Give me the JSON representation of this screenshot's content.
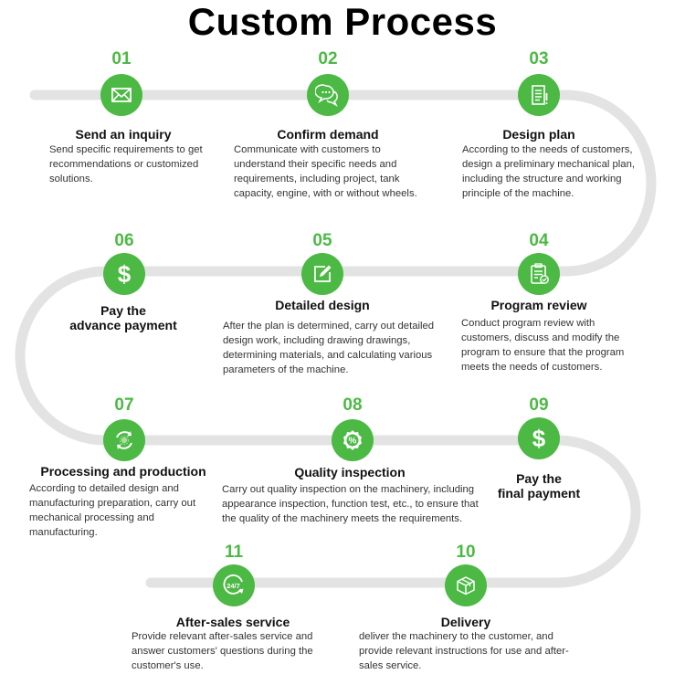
{
  "title": "Custom Process",
  "accent_color": "#4cb944",
  "track_color": "#e3e3e3",
  "steps": [
    {
      "num": "01",
      "icon": "envelope-icon",
      "title": "Send an inquiry",
      "desc": "Send specific requirements to get recommendations or customized solutions."
    },
    {
      "num": "02",
      "icon": "chat-bubbles-icon",
      "title": "Confirm demand",
      "desc": "Communicate with customers to understand their specific needs and requirements, including project, tank capacity, engine, with or without wheels."
    },
    {
      "num": "03",
      "icon": "document-icon",
      "title": "Design plan",
      "desc": "According to the needs of customers, design a preliminary mechanical plan, including the structure and working principle of the machine."
    },
    {
      "num": "04",
      "icon": "clipboard-check-icon",
      "title": "Program review",
      "desc": "Conduct program review with customers, discuss and modify the program to ensure that the program meets the needs of customers."
    },
    {
      "num": "05",
      "icon": "edit-icon",
      "title": "Detailed design",
      "desc": "After the plan is determined, carry out detailed design work, including drawing drawings, determining materials, and calculating various parameters of the machine."
    },
    {
      "num": "06",
      "icon": "dollar-icon",
      "title_line1": "Pay the",
      "title_line2": "advance payment"
    },
    {
      "num": "07",
      "icon": "gear-cycle-icon",
      "title": "Processing and production",
      "desc": "According to detailed design and manufacturing preparation, carry out mechanical processing and manufacturing."
    },
    {
      "num": "08",
      "icon": "quality-badge-icon",
      "title": "Quality inspection",
      "desc": "Carry out quality inspection on the machinery, including appearance inspection, function test, etc., to ensure that the quality of the machinery meets the requirements."
    },
    {
      "num": "09",
      "icon": "dollar-icon",
      "title_line1": "Pay the",
      "title_line2": "final payment"
    },
    {
      "num": "10",
      "icon": "package-icon",
      "title": "Delivery",
      "desc": "deliver the machinery to the customer, and provide relevant instructions for use and after-sales service."
    },
    {
      "num": "11",
      "icon": "support-24-7-icon",
      "icon_text": "24/7",
      "title": "After-sales service",
      "desc": "Provide relevant after-sales service and answer customers' questions during the customer's use."
    }
  ]
}
